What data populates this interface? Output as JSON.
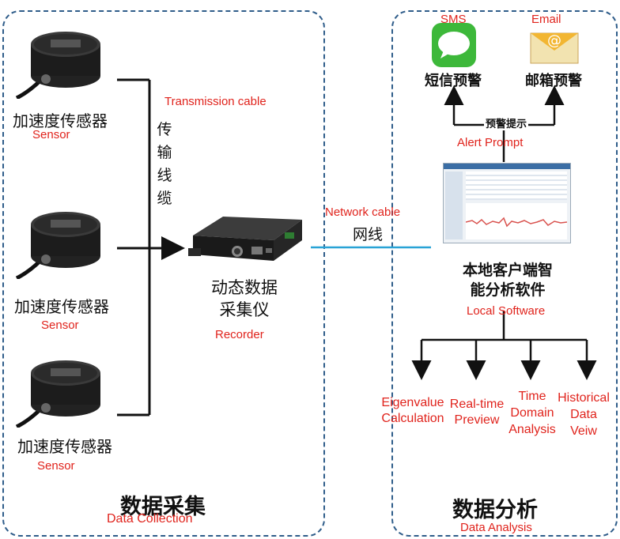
{
  "collection": {
    "sensors": [
      {
        "label_cn": "加速度传感器",
        "label_en": "Sensor"
      },
      {
        "label_cn": "加速度传感器",
        "label_en": "Sensor"
      },
      {
        "label_cn": "加速度传感器",
        "label_en": "Sensor"
      }
    ],
    "transmission_cable_en": "Transmission cable",
    "transmission_cable_cn": [
      "传",
      "输",
      "线",
      "缆"
    ],
    "recorder_cn_line1": "动态数据",
    "recorder_cn_line2": "采集仪",
    "recorder_en": "Recorder",
    "section_cn": "数据采集",
    "section_en": "Data Collection"
  },
  "network": {
    "label_en": "Network cable",
    "label_cn": "网线"
  },
  "analysis": {
    "sms_en": "SMS",
    "sms_cn": "短信预警",
    "email_en": "Email",
    "email_cn": "邮箱预警",
    "alert_cn": "预警提示",
    "alert_en": "Alert Prompt",
    "software_cn_line1": "本地客户端智",
    "software_cn_line2": "能分析软件",
    "software_en": "Local Software",
    "functions": [
      {
        "lines": [
          "Eigenvalue",
          "Calculation"
        ]
      },
      {
        "lines": [
          "Real-time",
          "Preview"
        ]
      },
      {
        "lines": [
          "Time",
          "Domain",
          "Analysis"
        ]
      },
      {
        "lines": [
          "Historical",
          "Data",
          "Veiw"
        ]
      }
    ],
    "section_cn": "数据分析",
    "section_en": "Data Analysis"
  },
  "colors": {
    "panel_border": "#2f5d8a",
    "caption_red": "#e0231c",
    "network_line": "#29a3d6",
    "sms_green": "#3db83a",
    "email_yellow": "#f2b632"
  }
}
